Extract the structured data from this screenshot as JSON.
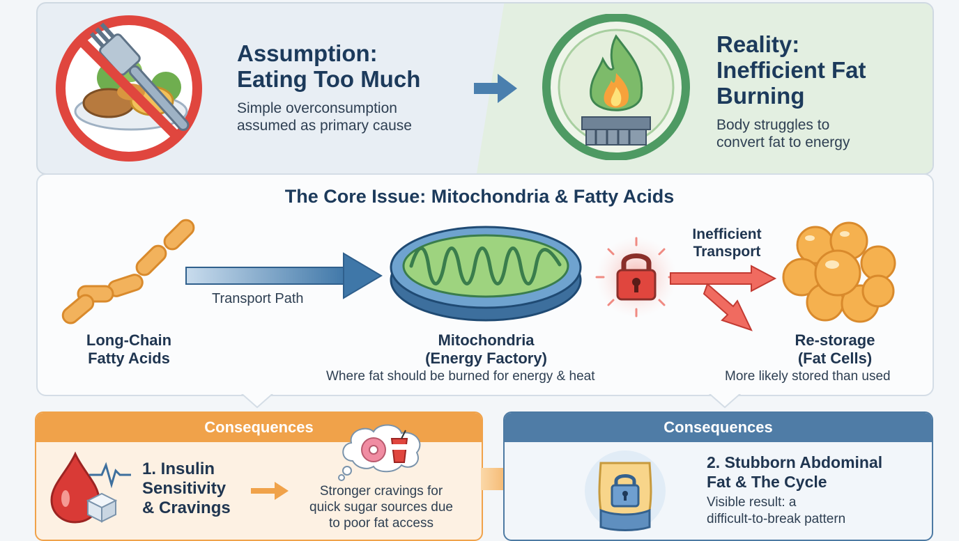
{
  "assumption": {
    "title_line1": "Assumption:",
    "title_line2": "Eating Too Much",
    "desc_line1": "Simple overconsumption",
    "desc_line2": "assumed as primary cause"
  },
  "reality": {
    "title_line1": "Reality:",
    "title_line2": "Inefficient Fat",
    "title_line3": "Burning",
    "desc_line1": "Body struggles to",
    "desc_line2": "convert fat to energy"
  },
  "core": {
    "title": "The Core Issue: Mitochondria & Fatty Acids",
    "fatty_acids_line1": "Long-Chain",
    "fatty_acids_line2": "Fatty Acids",
    "transport_path": "Transport Path",
    "mito_line1": "Mitochondria",
    "mito_line2": "(Energy Factory)",
    "mito_desc": "Where fat should be burned for energy & heat",
    "inefficient_line1": "Inefficient",
    "inefficient_line2": "Transport",
    "restorage_line1": "Re-storage",
    "restorage_line2": "(Fat Cells)",
    "restorage_desc": "More likely stored than used"
  },
  "consequences_left": {
    "header": "Consequences",
    "title_line1": "1. Insulin",
    "title_line2": "Sensitivity",
    "title_line3": "& Cravings",
    "desc_line1": "Stronger cravings for",
    "desc_line2": "quick sugar sources due",
    "desc_line3": "to poor fat access"
  },
  "consequences_right": {
    "header": "Consequences",
    "title_line1": "2. Stubborn Abdominal",
    "title_line2": "Fat & The Cycle",
    "desc_line1": "Visible result: a",
    "desc_line2": "difficult-to-break pattern"
  },
  "colors": {
    "navy": "#1c3a5b",
    "blue_arrow": "#4a7fae",
    "orange": "#f0a24a",
    "red": "#e0463e",
    "green": "#5aa06a"
  },
  "icons": [
    "no-eating-icon",
    "arrow-right-icon",
    "fire-burner-icon",
    "fatty-acid-chain-icon",
    "mitochondria-icon",
    "lock-icon",
    "fat-cells-icon",
    "blood-drop-icon",
    "sugar-cube-icon",
    "craving-bubble-icon",
    "abdomen-lock-icon"
  ]
}
